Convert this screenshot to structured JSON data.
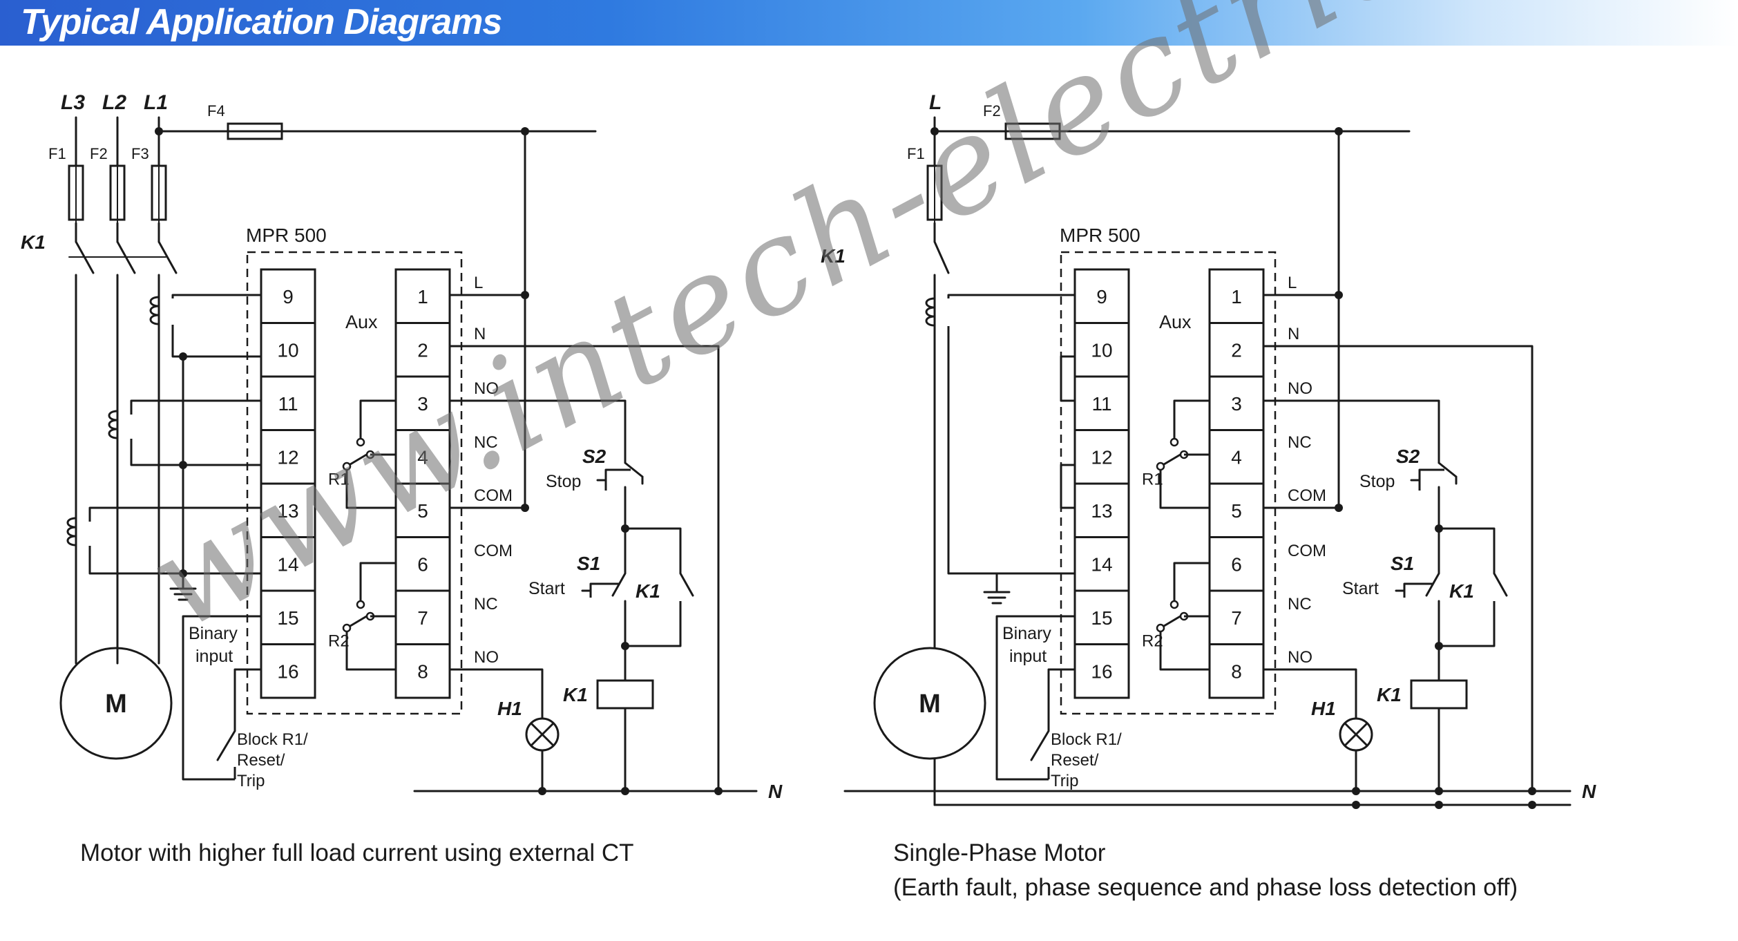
{
  "header": {
    "title": "Typical Application Diagrams"
  },
  "left": {
    "phases": [
      "L3",
      "L2",
      "L1"
    ],
    "fuses": [
      "F1",
      "F2",
      "F3"
    ],
    "supply_fuse": "F4",
    "contactor": "K1",
    "device": "MPR 500",
    "aux": "Aux",
    "left_terminals": [
      "9",
      "10",
      "11",
      "12",
      "13",
      "14",
      "15",
      "16"
    ],
    "right_terminals": [
      "1",
      "2",
      "3",
      "4",
      "5",
      "6",
      "7",
      "8"
    ],
    "terminal_labels": [
      "L",
      "N",
      "NO",
      "NC",
      "COM",
      "COM",
      "NC",
      "NO"
    ],
    "relays": [
      "R1",
      "R2"
    ],
    "binary_input": [
      "Binary",
      "input"
    ],
    "block": [
      "Block R1/",
      "Reset/",
      "Trip"
    ],
    "motor": "M",
    "stop_name": "S2",
    "stop_label": "Stop",
    "start_name": "S1",
    "start_label": "Start",
    "k1_contact": "K1",
    "k1_coil": "K1",
    "lamp": "H1",
    "neutral": "N",
    "caption": "Motor with higher full load current using external CT"
  },
  "right": {
    "phase": "L",
    "fuse": "F1",
    "supply_fuse": "F2",
    "contactor": "K1",
    "device": "MPR 500",
    "aux": "Aux",
    "left_terminals": [
      "9",
      "10",
      "11",
      "12",
      "13",
      "14",
      "15",
      "16"
    ],
    "right_terminals": [
      "1",
      "2",
      "3",
      "4",
      "5",
      "6",
      "7",
      "8"
    ],
    "terminal_labels": [
      "L",
      "N",
      "NO",
      "NC",
      "COM",
      "COM",
      "NC",
      "NO"
    ],
    "relays": [
      "R1",
      "R2"
    ],
    "binary_input": [
      "Binary",
      "input"
    ],
    "block": [
      "Block R1/",
      "Reset/",
      "Trip"
    ],
    "motor": "M",
    "stop_name": "S2",
    "stop_label": "Stop",
    "start_name": "S1",
    "start_label": "Start",
    "k1_contact": "K1",
    "k1_coil": "K1",
    "lamp": "H1",
    "neutral": "N",
    "caption_line1": "Single-Phase Motor",
    "caption_line2": "(Earth fault, phase sequence and phase loss detection off)"
  },
  "watermark": "www.intech-electric.com.my"
}
